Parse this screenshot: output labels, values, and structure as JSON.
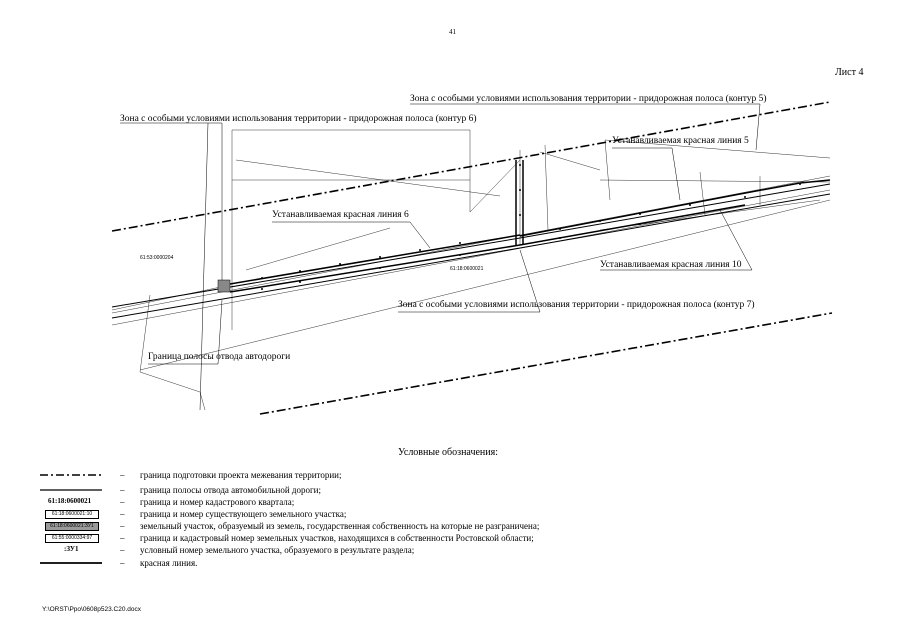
{
  "page_number": "41",
  "sheet": "Лист 4",
  "map": {
    "zone5": "Зона с особыми условиями использования территории - придорожная полоса (контур 5)",
    "zone6": "Зона с особыми условиями использования территории - придорожная полоса (контур 6)",
    "zone7": "Зона с особыми условиями использования территории - придорожная полоса (контур 7)",
    "red_line_5": "Устанавливаемая красная линия 5",
    "red_line_6": "Устанавливаемая красная линия  6",
    "red_line_10": "Устанавливаемая красная линия 10",
    "road_boundary": "Граница полосы отвода автодороги",
    "quarter_left": "61:53:0000204",
    "quarter_mid": "61:18:0600021"
  },
  "legend": {
    "title": "Условные обозначения:",
    "items": [
      {
        "symbol": "",
        "text": "граница подготовки проекта межевания территории;"
      },
      {
        "symbol": "",
        "text": "граница полосы отвода автомобильной дороги;"
      },
      {
        "symbol": "61:18:0600021",
        "text": "граница и номер кадастрового квартала;"
      },
      {
        "symbol": "61:18:0600021:10",
        "text": "граница и номер существующего земельного участка;"
      },
      {
        "symbol": "61:18:0600021:ЗУ1",
        "text": "земельный участок, образуемый из земель, государственная собственность на которые не разграничена;"
      },
      {
        "symbol": "61:55:0000334:97",
        "text": "граница и кадастровый номер земельных участков, находящихся в собственности Ростовской области;"
      },
      {
        "symbol": ":ЗУ1",
        "text": "условный номер земельного участка, образуемого в результате раздела;"
      },
      {
        "symbol": "",
        "text": "красная линия."
      }
    ]
  },
  "footer": "Y:\\ORST\\Ppo\\0608p523.C20.docx"
}
